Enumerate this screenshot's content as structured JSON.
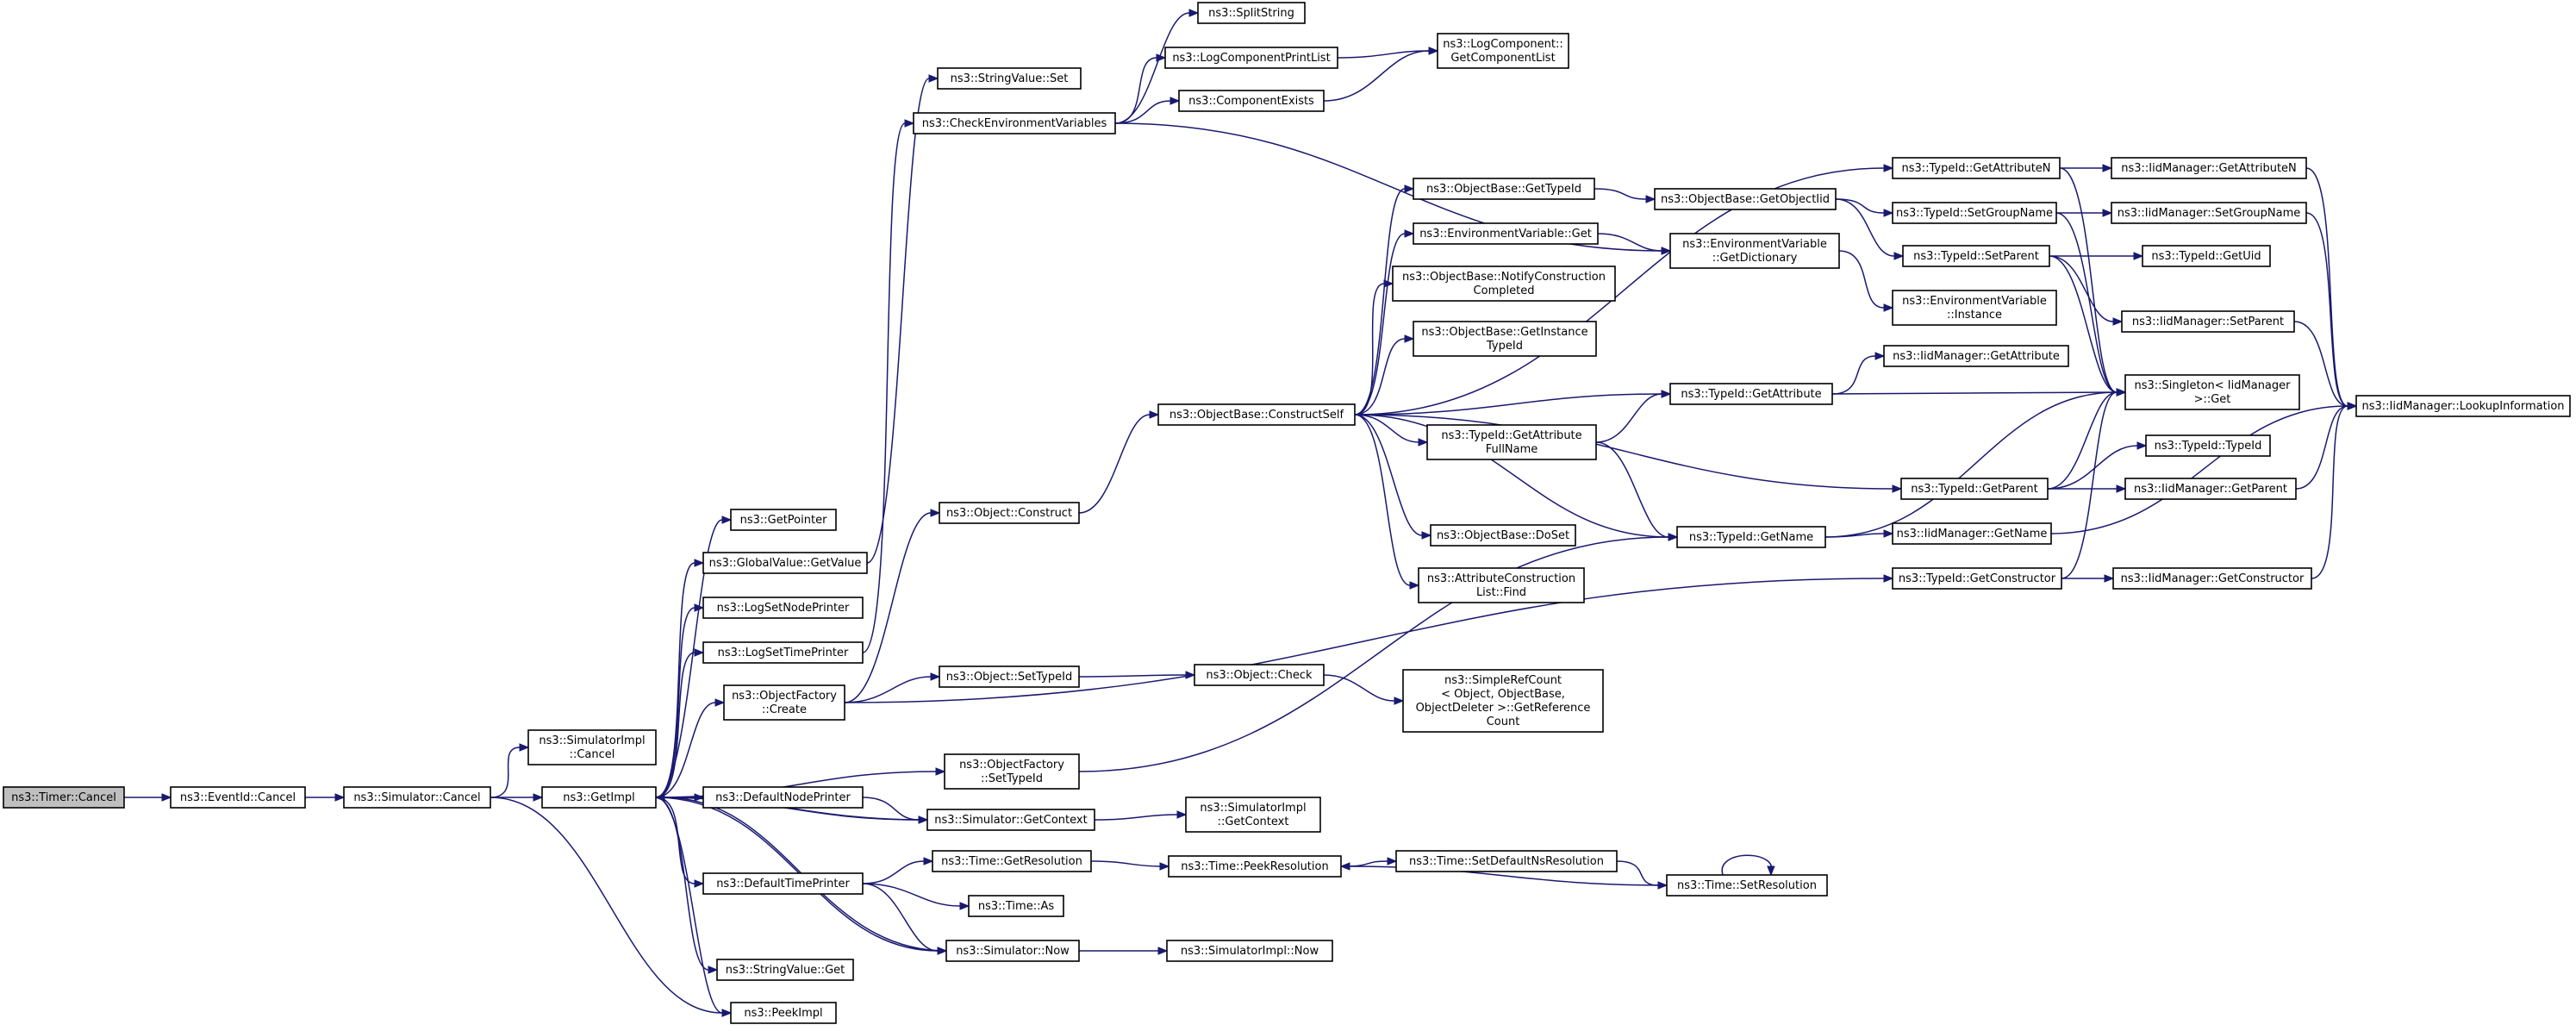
{
  "colors": {
    "edge": "#191970",
    "node_fill": "#ffffff",
    "root_fill": "#bfbfbf",
    "border": "#000000"
  },
  "nodes": [
    {
      "id": "n0",
      "lines": [
        "ns3::Timer::Cancel"
      ],
      "root": true
    },
    {
      "id": "n1",
      "lines": [
        "ns3::EventId::Cancel"
      ]
    },
    {
      "id": "n2",
      "lines": [
        "ns3::Simulator::Cancel"
      ]
    },
    {
      "id": "n3",
      "lines": [
        "ns3::GetImpl"
      ]
    },
    {
      "id": "n4",
      "lines": [
        "ns3::SimulatorImpl",
        "::Cancel"
      ]
    },
    {
      "id": "n5",
      "lines": [
        "ns3::PeekImpl"
      ]
    },
    {
      "id": "n6",
      "lines": [
        "ns3::DefaultNodePrinter"
      ]
    },
    {
      "id": "n7",
      "lines": [
        "ns3::DefaultTimePrinter"
      ]
    },
    {
      "id": "n8",
      "lines": [
        "ns3::GetPointer"
      ]
    },
    {
      "id": "n9",
      "lines": [
        "ns3::GlobalValue::GetValue"
      ]
    },
    {
      "id": "n10",
      "lines": [
        "ns3::LogSetNodePrinter"
      ]
    },
    {
      "id": "n11",
      "lines": [
        "ns3::LogSetTimePrinter"
      ]
    },
    {
      "id": "n12",
      "lines": [
        "ns3::ObjectFactory",
        "::Create"
      ]
    },
    {
      "id": "n13",
      "lines": [
        "ns3::ObjectFactory",
        "::SetTypeId"
      ]
    },
    {
      "id": "n14",
      "lines": [
        "ns3::StringValue::Get"
      ]
    },
    {
      "id": "n15",
      "lines": [
        "ns3::StringValue::Set"
      ]
    },
    {
      "id": "n16",
      "lines": [
        "ns3::CheckEnvironmentVariables"
      ]
    },
    {
      "id": "n17",
      "lines": [
        "ns3::Object::Construct"
      ]
    },
    {
      "id": "n18",
      "lines": [
        "ns3::Object::SetTypeId"
      ]
    },
    {
      "id": "n19",
      "lines": [
        "ns3::Simulator::GetContext"
      ]
    },
    {
      "id": "n20",
      "lines": [
        "ns3::Time::GetResolution"
      ]
    },
    {
      "id": "n21",
      "lines": [
        "ns3::Time::As"
      ]
    },
    {
      "id": "n22",
      "lines": [
        "ns3::Simulator::Now"
      ]
    },
    {
      "id": "n23",
      "lines": [
        "ns3::SplitString"
      ]
    },
    {
      "id": "n24",
      "lines": [
        "ns3::LogComponentPrintList"
      ]
    },
    {
      "id": "n25",
      "lines": [
        "ns3::ComponentExists"
      ]
    },
    {
      "id": "n26",
      "lines": [
        "ns3::LogComponent::",
        "GetComponentList"
      ]
    },
    {
      "id": "n27",
      "lines": [
        "ns3::ObjectBase::ConstructSelf"
      ]
    },
    {
      "id": "n28",
      "lines": [
        "ns3::Object::Check"
      ]
    },
    {
      "id": "n29",
      "lines": [
        "ns3::SimulatorImpl",
        "::GetContext"
      ]
    },
    {
      "id": "n30",
      "lines": [
        "ns3::Time::PeekResolution"
      ]
    },
    {
      "id": "n31",
      "lines": [
        "ns3::SimulatorImpl::Now"
      ]
    },
    {
      "id": "n32",
      "lines": [
        "ns3::ObjectBase::GetTypeId"
      ]
    },
    {
      "id": "n33",
      "lines": [
        "ns3::EnvironmentVariable::Get"
      ]
    },
    {
      "id": "n34",
      "lines": [
        "ns3::ObjectBase::NotifyConstruction",
        "Completed"
      ]
    },
    {
      "id": "n35",
      "lines": [
        "ns3::ObjectBase::GetInstance",
        "TypeId"
      ]
    },
    {
      "id": "n36",
      "lines": [
        "ns3::TypeId::GetAttribute",
        "FullName"
      ]
    },
    {
      "id": "n37",
      "lines": [
        "ns3::ObjectBase::DoSet"
      ]
    },
    {
      "id": "n38",
      "lines": [
        "ns3::AttributeConstruction",
        "List::Find"
      ]
    },
    {
      "id": "n39",
      "lines": [
        "ns3::SimpleRefCount",
        "< Object, ObjectBase,",
        "ObjectDeleter >::GetReference",
        "Count"
      ]
    },
    {
      "id": "n40",
      "lines": [
        "ns3::Time::SetDefaultNsResolution"
      ]
    },
    {
      "id": "n41",
      "lines": [
        "ns3::ObjectBase::GetObjectIid"
      ]
    },
    {
      "id": "n42",
      "lines": [
        "ns3::EnvironmentVariable",
        "::GetDictionary"
      ]
    },
    {
      "id": "n43",
      "lines": [
        "ns3::TypeId::GetAttribute"
      ]
    },
    {
      "id": "n44",
      "lines": [
        "ns3::TypeId::GetName"
      ]
    },
    {
      "id": "n45",
      "lines": [
        "ns3::Time::SetResolution"
      ]
    },
    {
      "id": "n46",
      "lines": [
        "ns3::TypeId::GetAttributeN"
      ]
    },
    {
      "id": "n47",
      "lines": [
        "ns3::TypeId::SetGroupName"
      ]
    },
    {
      "id": "n48",
      "lines": [
        "ns3::TypeId::SetParent"
      ]
    },
    {
      "id": "n49",
      "lines": [
        "ns3::EnvironmentVariable",
        "::Instance"
      ]
    },
    {
      "id": "n50",
      "lines": [
        "ns3::IidManager::GetAttribute"
      ]
    },
    {
      "id": "n51",
      "lines": [
        "ns3::TypeId::GetParent"
      ]
    },
    {
      "id": "n52",
      "lines": [
        "ns3::IidManager::GetName"
      ]
    },
    {
      "id": "n53",
      "lines": [
        "ns3::TypeId::GetConstructor"
      ]
    },
    {
      "id": "n54",
      "lines": [
        "ns3::IidManager::GetAttributeN"
      ]
    },
    {
      "id": "n55",
      "lines": [
        "ns3::IidManager::SetGroupName"
      ]
    },
    {
      "id": "n56",
      "lines": [
        "ns3::TypeId::GetUid"
      ]
    },
    {
      "id": "n57",
      "lines": [
        "ns3::IidManager::SetParent"
      ]
    },
    {
      "id": "n58",
      "lines": [
        "ns3::Singleton< IidManager",
        ">::Get"
      ]
    },
    {
      "id": "n59",
      "lines": [
        "ns3::TypeId::TypeId"
      ]
    },
    {
      "id": "n60",
      "lines": [
        "ns3::IidManager::GetParent"
      ]
    },
    {
      "id": "n61",
      "lines": [
        "ns3::IidManager::GetConstructor"
      ]
    },
    {
      "id": "n62",
      "lines": [
        "ns3::IidManager::LookupInformation"
      ]
    }
  ],
  "edges": [
    [
      "n0",
      "n1"
    ],
    [
      "n1",
      "n2"
    ],
    [
      "n2",
      "n3"
    ],
    [
      "n2",
      "n4"
    ],
    [
      "n2",
      "n5"
    ],
    [
      "n3",
      "n5"
    ],
    [
      "n3",
      "n6"
    ],
    [
      "n3",
      "n7"
    ],
    [
      "n3",
      "n8"
    ],
    [
      "n3",
      "n9"
    ],
    [
      "n3",
      "n10"
    ],
    [
      "n3",
      "n11"
    ],
    [
      "n3",
      "n12"
    ],
    [
      "n3",
      "n13"
    ],
    [
      "n3",
      "n14"
    ],
    [
      "n3",
      "n19"
    ],
    [
      "n3",
      "n22"
    ],
    [
      "n9",
      "n15"
    ],
    [
      "n11",
      "n16"
    ],
    [
      "n12",
      "n17"
    ],
    [
      "n12",
      "n18"
    ],
    [
      "n12",
      "n53"
    ],
    [
      "n13",
      "n44"
    ],
    [
      "n6",
      "n19"
    ],
    [
      "n19",
      "n3"
    ],
    [
      "n19",
      "n29"
    ],
    [
      "n7",
      "n20"
    ],
    [
      "n7",
      "n21"
    ],
    [
      "n7",
      "n22"
    ],
    [
      "n22",
      "n3"
    ],
    [
      "n22",
      "n31"
    ],
    [
      "n16",
      "n23"
    ],
    [
      "n16",
      "n24"
    ],
    [
      "n16",
      "n25"
    ],
    [
      "n16",
      "n42"
    ],
    [
      "n24",
      "n26"
    ],
    [
      "n25",
      "n26"
    ],
    [
      "n17",
      "n27"
    ],
    [
      "n18",
      "n28"
    ],
    [
      "n28",
      "n39"
    ],
    [
      "n20",
      "n30"
    ],
    [
      "n30",
      "n40"
    ],
    [
      "n40",
      "n45"
    ],
    [
      "n45",
      "n30"
    ],
    [
      "n45",
      "n45"
    ],
    [
      "n27",
      "n32"
    ],
    [
      "n27",
      "n33"
    ],
    [
      "n27",
      "n34"
    ],
    [
      "n27",
      "n35"
    ],
    [
      "n27",
      "n36"
    ],
    [
      "n27",
      "n37"
    ],
    [
      "n27",
      "n38"
    ],
    [
      "n27",
      "n43"
    ],
    [
      "n27",
      "n44"
    ],
    [
      "n27",
      "n46"
    ],
    [
      "n27",
      "n51"
    ],
    [
      "n32",
      "n41"
    ],
    [
      "n33",
      "n42"
    ],
    [
      "n42",
      "n49"
    ],
    [
      "n41",
      "n47"
    ],
    [
      "n41",
      "n48"
    ],
    [
      "n36",
      "n43"
    ],
    [
      "n36",
      "n44"
    ],
    [
      "n43",
      "n50"
    ],
    [
      "n43",
      "n58"
    ],
    [
      "n44",
      "n52"
    ],
    [
      "n44",
      "n58"
    ],
    [
      "n46",
      "n54"
    ],
    [
      "n46",
      "n58"
    ],
    [
      "n47",
      "n55"
    ],
    [
      "n47",
      "n58"
    ],
    [
      "n48",
      "n56"
    ],
    [
      "n48",
      "n57"
    ],
    [
      "n48",
      "n58"
    ],
    [
      "n51",
      "n59"
    ],
    [
      "n51",
      "n60"
    ],
    [
      "n51",
      "n58"
    ],
    [
      "n53",
      "n61"
    ],
    [
      "n53",
      "n58"
    ],
    [
      "n54",
      "n62"
    ],
    [
      "n55",
      "n62"
    ],
    [
      "n57",
      "n62"
    ],
    [
      "n60",
      "n62"
    ],
    [
      "n61",
      "n62"
    ],
    [
      "n52",
      "n62"
    ]
  ]
}
